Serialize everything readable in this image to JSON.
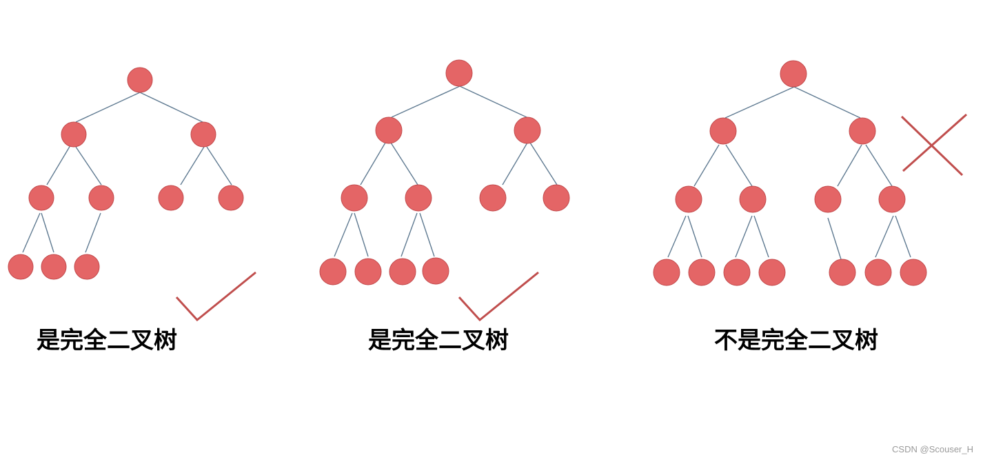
{
  "trees": [
    {
      "caption": "是完全二叉树",
      "verdict": "check"
    },
    {
      "caption": "是完全二叉树",
      "verdict": "check"
    },
    {
      "caption": "不是完全二叉树",
      "verdict": "cross"
    }
  ],
  "watermark": "CSDN @Scouser_H",
  "colors": {
    "node": "#e46566",
    "edge": "#5f7a91",
    "mark": "#c04e4d"
  }
}
